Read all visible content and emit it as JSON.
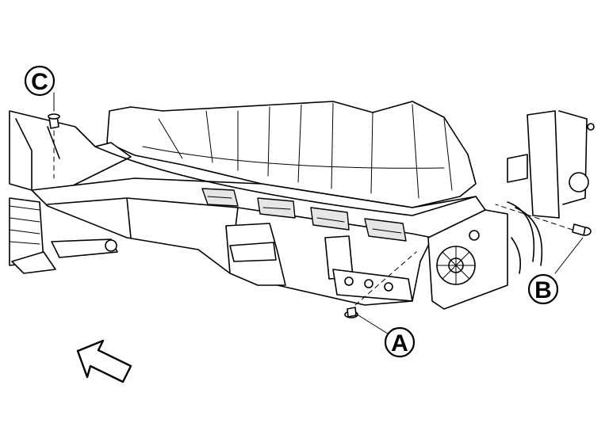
{
  "callouts": {
    "a": {
      "label": "A"
    },
    "b": {
      "label": "B"
    },
    "c": {
      "label": "C"
    }
  },
  "icons": {
    "direction_arrow": "front-direction-arrow-icon",
    "bolt": "bolt-icon"
  }
}
